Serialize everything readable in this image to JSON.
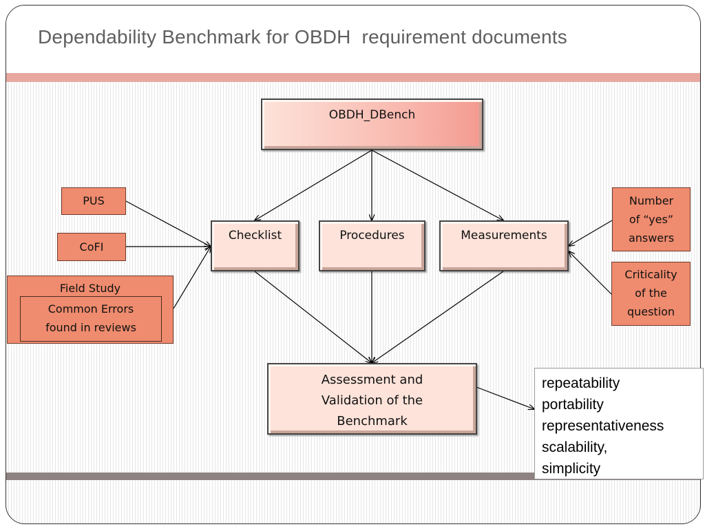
{
  "slide": {
    "title": "Dependability Benchmark for OBDH  requirement documents"
  },
  "diagram": {
    "root": "OBDH_DBench",
    "components": {
      "checklist": "Checklist",
      "procedures": "Procedures",
      "measurements": "Measurements"
    },
    "checklist_inputs": {
      "pus": "PUS",
      "cofi": "CoFI",
      "field_study": "Field Study",
      "field_study_detail": [
        "Common Errors",
        "found in reviews"
      ]
    },
    "measurement_inputs": {
      "yes_answers": [
        "Number",
        "of “yes”",
        "answers"
      ],
      "criticality": [
        "Criticality",
        "of the",
        "question"
      ]
    },
    "assessment": [
      "Assessment and",
      "Validation of the",
      "Benchmark"
    ],
    "properties": [
      "repeatability",
      "portability",
      "representativeness",
      "scalability,",
      "simplicity"
    ]
  }
}
